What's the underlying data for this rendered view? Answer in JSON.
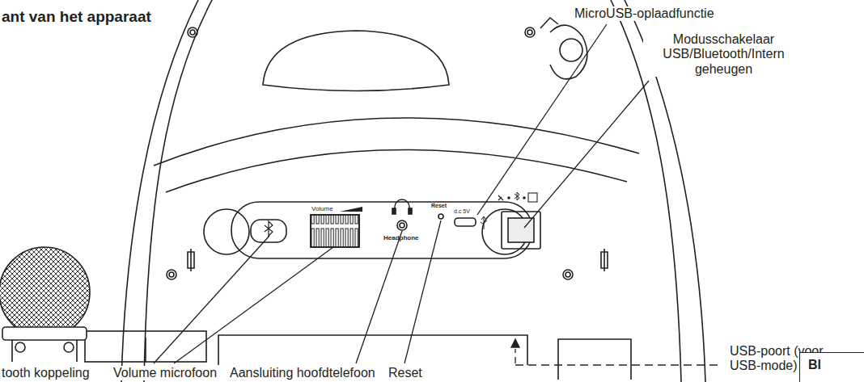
{
  "diagram": {
    "title": "ant van het apparaat",
    "nodes": [
      {
        "text": [
          "Bl"
        ]
      }
    ],
    "labels": [
      "Volume",
      "Headphone",
      "Reset",
      "d.c 5V",
      "MicroUSB-oplaadfunctie",
      "Modusschakelaar USB/Bluetooth/Intern geheugen",
      "USB-poort (voor USB-mode)",
      "tooth koppeling",
      "Volume microfoon",
      "Aansluiting hoofdtelefoon",
      "Reset"
    ]
  }
}
